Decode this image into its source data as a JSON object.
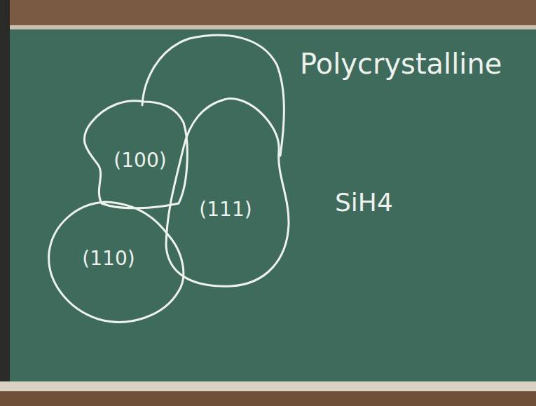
{
  "diagram": {
    "nodes": [
      {
        "text": [
          "(100)"
        ]
      },
      {
        "text": [
          "(111)"
        ]
      },
      {
        "text": [
          "(110)"
        ]
      }
    ],
    "labels": [
      "Polycrystalline",
      "SiH4"
    ]
  }
}
